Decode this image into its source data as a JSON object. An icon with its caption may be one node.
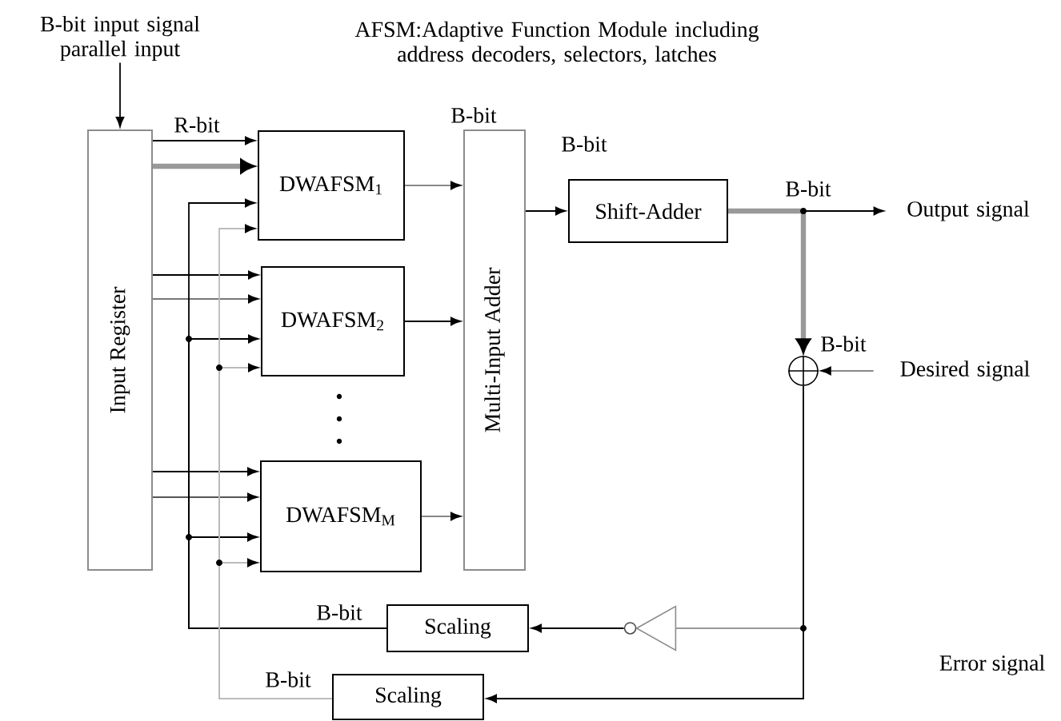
{
  "diagram": {
    "nodes": [
      {
        "text": [
          "Input Register"
        ]
      },
      {
        "text": [
          "DWAFSM$_{1}$"
        ]
      },
      {
        "text": [
          "DWAFSM$_{2}$"
        ]
      },
      {
        "text": [
          "DWAFSM$_{M}$"
        ]
      },
      {
        "text": [
          "Multi-Input Adder"
        ]
      },
      {
        "text": [
          "Shift-Adder"
        ]
      },
      {
        "text": [],
        "shape": "circle"
      },
      {
        "text": [
          "Scaling"
        ]
      },
      {
        "text": [
          "Scaling"
        ]
      },
      {
        "text": [],
        "shape": "triangle"
      },
      {
        "text": [
          "B-bit input signal parallel input"
        ]
      },
      {
        "text": [
          "Output signal"
        ]
      },
      {
        "text": [
          "Desired signal"
        ]
      }
    ],
    "edges": [
      {
        "from": 10,
        "to": 0,
        "arrow": "to"
      },
      {
        "from": 0,
        "to": 1,
        "arrow": "to"
      },
      {
        "from": 0,
        "to": 1,
        "arrow": "to",
        "style": "thick",
        "color": "#999999"
      },
      {
        "from": 0,
        "to": 2,
        "arrow": "to"
      },
      {
        "from": 0,
        "to": 2,
        "arrow": "to",
        "color": "#777777"
      },
      {
        "from": 0,
        "to": 3,
        "arrow": "to"
      },
      {
        "from": 0,
        "to": 3,
        "arrow": "to",
        "color": "#555555"
      },
      {
        "from": 7,
        "to": 1,
        "arrow": "to"
      },
      {
        "from": 7,
        "to": 2,
        "arrow": "to"
      },
      {
        "from": 7,
        "to": 3,
        "arrow": "to"
      },
      {
        "from": 8,
        "to": 1,
        "arrow": "to",
        "color": "#bbbbbb"
      },
      {
        "from": 8,
        "to": 2,
        "arrow": "to",
        "color": "#bbbbbb"
      },
      {
        "from": 8,
        "to": 3,
        "arrow": "to",
        "color": "#bbbbbb"
      },
      {
        "from": 1,
        "to": 4,
        "arrow": "to",
        "color": "#888888"
      },
      {
        "from": 2,
        "to": 4,
        "arrow": "to"
      },
      {
        "from": 3,
        "to": 4,
        "arrow": "to",
        "color": "#888888"
      },
      {
        "from": 4,
        "to": 5,
        "arrow": "to"
      },
      {
        "from": 5,
        "to": 11,
        "arrow": "to"
      },
      {
        "from": 5,
        "to": 6,
        "arrow": "to",
        "style": "thick",
        "color": "#999999"
      },
      {
        "from": 12,
        "to": 6,
        "arrow": "to",
        "color": "#888888"
      },
      {
        "from": 6,
        "to": 9,
        "arrow": "none",
        "color": "#999999"
      },
      {
        "from": 9,
        "to": 7,
        "arrow": "to"
      },
      {
        "from": 6,
        "to": 8,
        "arrow": "to"
      }
    ],
    "labels": [
      "AFSM:Adaptive Function Module including address decoders, selectors, latches",
      "R-bit",
      "B-bit",
      "B-bit",
      "B-bit",
      "B-bit",
      "B-bit",
      "B-bit",
      "Error signal"
    ]
  }
}
